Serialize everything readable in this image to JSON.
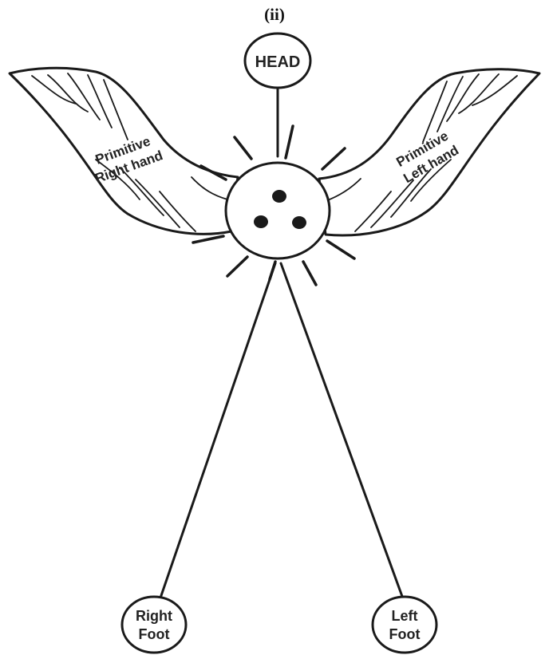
{
  "figure_label": "(ii)",
  "nodes": {
    "head": "HEAD",
    "right_hand": {
      "line1": "Primitive",
      "line2": "Right hand"
    },
    "left_hand": {
      "line1": "Primitive",
      "line2": "Left hand"
    },
    "right_foot": {
      "line1": "Right",
      "line2": "Foot"
    },
    "left_foot": {
      "line1": "Left",
      "line2": "Foot"
    }
  },
  "colors": {
    "stroke": "#1a1a1a",
    "background": "#ffffff"
  }
}
